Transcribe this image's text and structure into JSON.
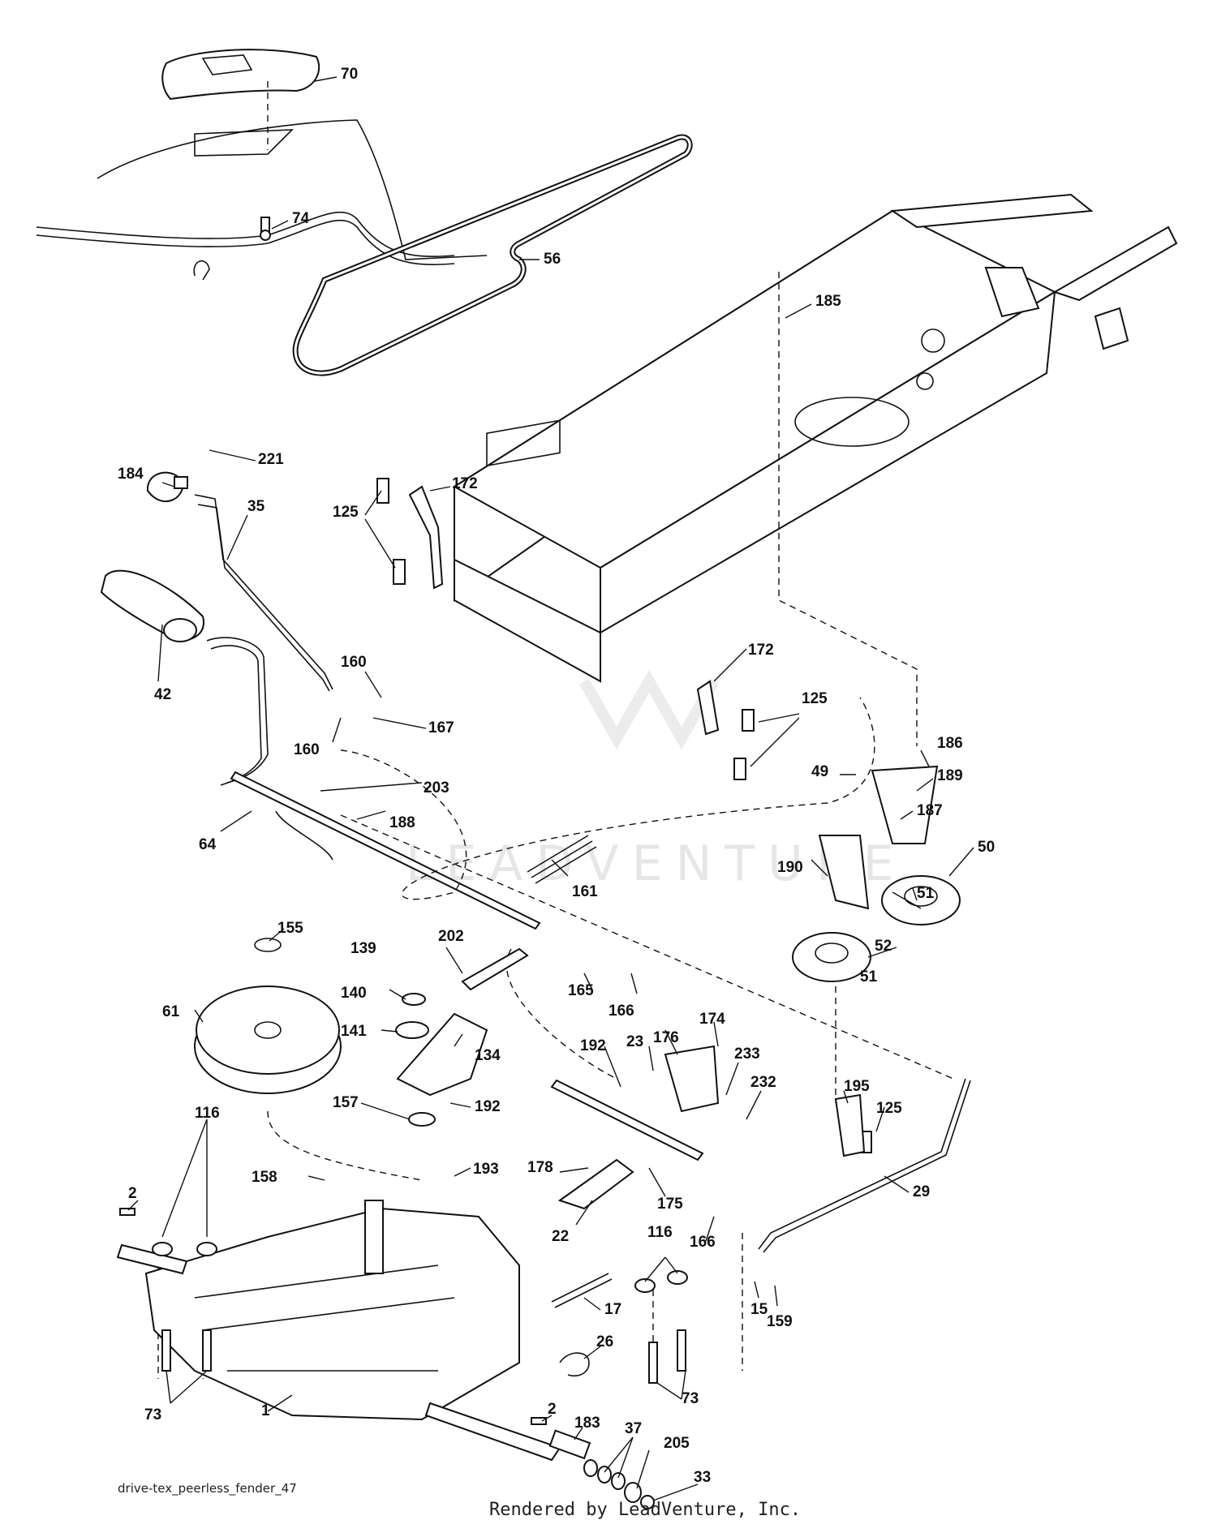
{
  "diagram": {
    "source_label": "drive-tex_peerless_fender_47",
    "credit": "Rendered by LeadVenture, Inc.",
    "watermark": "LEADVENTURE",
    "callouts": [
      {
        "id": "70",
        "text": "70"
      },
      {
        "id": "74",
        "text": "74"
      },
      {
        "id": "56",
        "text": "56"
      },
      {
        "id": "185",
        "text": "185"
      },
      {
        "id": "221",
        "text": "221"
      },
      {
        "id": "184",
        "text": "184"
      },
      {
        "id": "35",
        "text": "35"
      },
      {
        "id": "125a",
        "text": "125"
      },
      {
        "id": "172a",
        "text": "172"
      },
      {
        "id": "42",
        "text": "42"
      },
      {
        "id": "160a",
        "text": "160"
      },
      {
        "id": "160b",
        "text": "160"
      },
      {
        "id": "167",
        "text": "167"
      },
      {
        "id": "172b",
        "text": "172"
      },
      {
        "id": "125b",
        "text": "125"
      },
      {
        "id": "186",
        "text": "186"
      },
      {
        "id": "49",
        "text": "49"
      },
      {
        "id": "189",
        "text": "189"
      },
      {
        "id": "203",
        "text": "203"
      },
      {
        "id": "187",
        "text": "187"
      },
      {
        "id": "64",
        "text": "64"
      },
      {
        "id": "188",
        "text": "188"
      },
      {
        "id": "50",
        "text": "50"
      },
      {
        "id": "190",
        "text": "190"
      },
      {
        "id": "161",
        "text": "161"
      },
      {
        "id": "51a",
        "text": "51"
      },
      {
        "id": "155",
        "text": "155"
      },
      {
        "id": "139",
        "text": "139"
      },
      {
        "id": "202",
        "text": "202"
      },
      {
        "id": "52",
        "text": "52"
      },
      {
        "id": "51b",
        "text": "51"
      },
      {
        "id": "61",
        "text": "61"
      },
      {
        "id": "140",
        "text": "140"
      },
      {
        "id": "165",
        "text": "165"
      },
      {
        "id": "166a",
        "text": "166"
      },
      {
        "id": "141",
        "text": "141"
      },
      {
        "id": "134",
        "text": "134"
      },
      {
        "id": "174",
        "text": "174"
      },
      {
        "id": "176",
        "text": "176"
      },
      {
        "id": "192a",
        "text": "192"
      },
      {
        "id": "23",
        "text": "23"
      },
      {
        "id": "233",
        "text": "233"
      },
      {
        "id": "232",
        "text": "232"
      },
      {
        "id": "195",
        "text": "195"
      },
      {
        "id": "116a",
        "text": "116"
      },
      {
        "id": "157",
        "text": "157"
      },
      {
        "id": "192b",
        "text": "192"
      },
      {
        "id": "125c",
        "text": "125"
      },
      {
        "id": "178",
        "text": "178"
      },
      {
        "id": "193",
        "text": "193"
      },
      {
        "id": "158",
        "text": "158"
      },
      {
        "id": "2a",
        "text": "2"
      },
      {
        "id": "175",
        "text": "175"
      },
      {
        "id": "29",
        "text": "29"
      },
      {
        "id": "22",
        "text": "22"
      },
      {
        "id": "166b",
        "text": "166"
      },
      {
        "id": "116b",
        "text": "116"
      },
      {
        "id": "17",
        "text": "17"
      },
      {
        "id": "15",
        "text": "15"
      },
      {
        "id": "159",
        "text": "159"
      },
      {
        "id": "26",
        "text": "26"
      },
      {
        "id": "73a",
        "text": "73"
      },
      {
        "id": "1",
        "text": "1"
      },
      {
        "id": "2b",
        "text": "2"
      },
      {
        "id": "73b",
        "text": "73"
      },
      {
        "id": "183",
        "text": "183"
      },
      {
        "id": "37",
        "text": "37"
      },
      {
        "id": "205",
        "text": "205"
      },
      {
        "id": "33",
        "text": "33"
      }
    ]
  }
}
